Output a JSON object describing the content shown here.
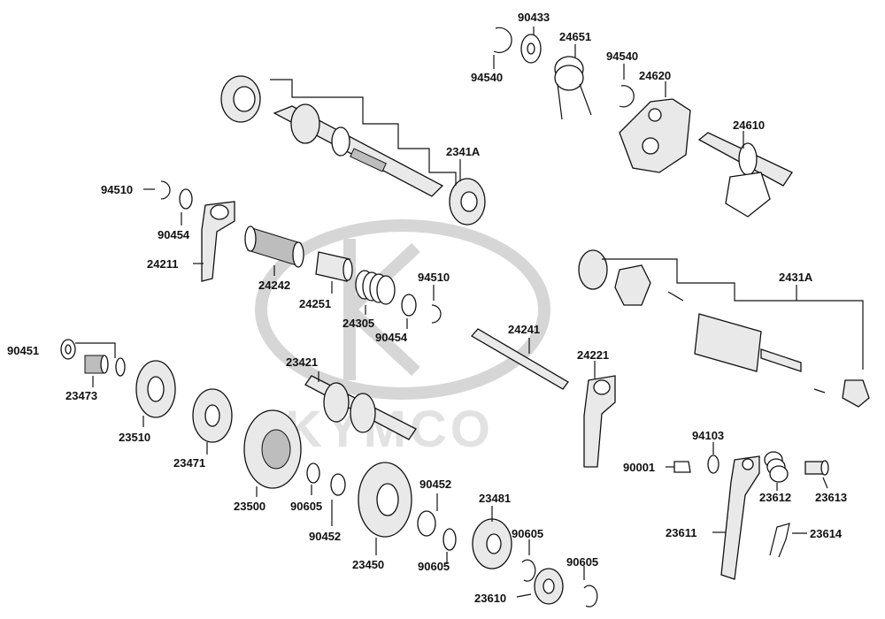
{
  "watermark": {
    "brand": "KYMCO"
  },
  "labels": {
    "l90433": "90433",
    "l94540a": "94540",
    "l24651": "24651",
    "l94540b": "94540",
    "l24620": "24620",
    "l24610": "24610",
    "l2341A": "2341A",
    "l94510a": "94510",
    "l90454a": "90454",
    "l24211": "24211",
    "l24242": "24242",
    "l24251": "24251",
    "l24305": "24305",
    "l94510b": "94510",
    "l90454b": "90454",
    "l2431A": "2431A",
    "l24241": "24241",
    "l24221": "24221",
    "l90451": "90451",
    "l23473": "23473",
    "l23510": "23510",
    "l23471": "23471",
    "l23421": "23421",
    "l23500": "23500",
    "l90605a": "90605",
    "l90452a": "90452",
    "l23450": "23450",
    "l90452b": "90452",
    "l23481": "23481",
    "l90605b": "90605",
    "l90605c": "90605",
    "l90605d": "90605",
    "l23610": "23610",
    "l94103": "94103",
    "l90001": "90001",
    "l23612": "23612",
    "l23613": "23613",
    "l23611": "23611",
    "l23614": "23614"
  }
}
